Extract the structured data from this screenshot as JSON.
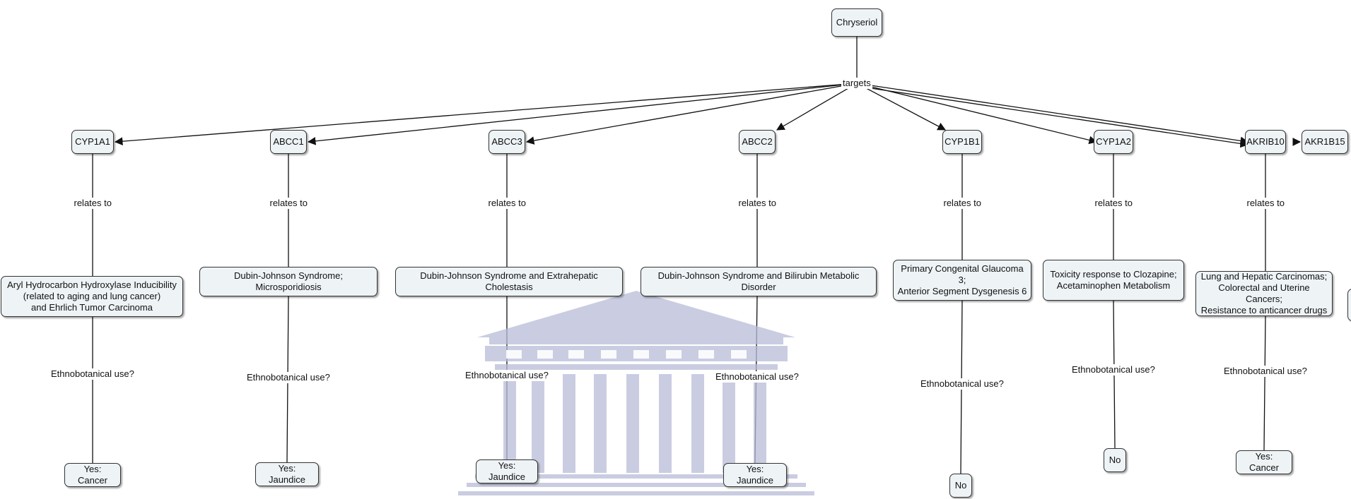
{
  "root": {
    "label": "Chryseriol"
  },
  "link_targets": "targets",
  "link_relates": "relates to",
  "link_ethno": "Ethnobotanical use?",
  "branches": [
    {
      "target": "CYP1A1",
      "disease": "Aryl Hydrocarbon Hydroxylase Inducibility\n(related to aging and lung cancer)\nand Ehrlich Tumor Carcinoma",
      "answer": "Yes: Cancer"
    },
    {
      "target": "ABCC1",
      "disease": "Dubin-Johnson Syndrome; Microsporidiosis",
      "answer": "Yes: Jaundice"
    },
    {
      "target": "ABCC3",
      "disease": "Dubin-Johnson Syndrome and Extrahepatic Cholestasis",
      "answer": "Yes: Jaundice"
    },
    {
      "target": "ABCC2",
      "disease": "Dubin-Johnson Syndrome and Bilirubin Metabolic Disorder",
      "answer": "Yes: Jaundice"
    },
    {
      "target": "CYP1B1",
      "disease": "Primary Congenital Glaucoma 3;\nAnterior Segment Dysgenesis 6",
      "answer": "No"
    },
    {
      "target": "CYP1A2",
      "disease": "Toxicity response to Clozapine;\nAcetaminophen Metabolism",
      "answer": "No"
    },
    {
      "target": "AKRIB10",
      "disease": "Lung and Hepatic Carcinomas;\nColorectal and Uterine Cancers;\nResistance to anticancer drugs",
      "answer": "Yes: Cancer"
    },
    {
      "target": "AKR1B15",
      "disease": "",
      "answer": ""
    }
  ],
  "colors": {
    "node_fill": "#eef3f6",
    "node_border": "#333333",
    "edge": "#111111",
    "watermark": "#b9bdd8"
  }
}
